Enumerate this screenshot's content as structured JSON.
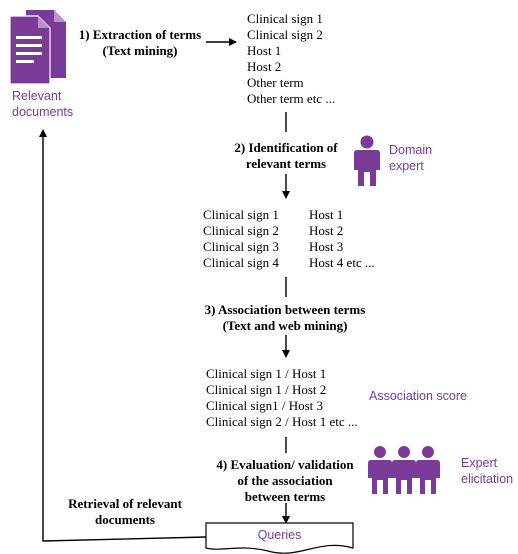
{
  "colors": {
    "accent": "#7a3b98",
    "line": "#000000"
  },
  "icons": {
    "documents": "document-stack-icon",
    "expert": "person-icon",
    "experts": "person-group-icon"
  },
  "documents": {
    "label": [
      "Relevant",
      "documents"
    ]
  },
  "steps": [
    {
      "lines": [
        "1) Extraction of terms",
        "(Text mining)"
      ]
    },
    {
      "lines": [
        "2) Identification of",
        "relevant terms"
      ]
    },
    {
      "lines": [
        "3) Association between terms",
        "(Text and web mining)"
      ]
    },
    {
      "lines": [
        "4) Evaluation/ validation",
        "of the association",
        "between terms"
      ]
    }
  ],
  "extracted_terms": [
    "Clinical sign 1",
    "Clinical sign 2",
    "Host 1",
    "Host 2",
    "Other term",
    "Other term etc ..."
  ],
  "relevant_terms": {
    "signs": [
      "Clinical sign 1",
      "Clinical sign 2",
      "Clinical sign 3",
      "Clinical sign 4"
    ],
    "hosts": [
      "Host 1",
      "Host 2",
      "Host 3",
      "Host 4 etc ..."
    ]
  },
  "associations": [
    "Clinical sign 1 / Host 1",
    "Clinical sign 1 / Host 2",
    "Clinical sign1 / Host 3",
    "Clinical sign 2 / Host 1 etc ..."
  ],
  "actors": {
    "domain_expert": [
      "Domain",
      "expert"
    ],
    "association_score": "Association score",
    "expert_elicitation": [
      "Expert",
      "elicitation"
    ]
  },
  "retrieval": {
    "lines": [
      "Retrieval of relevant",
      "documents"
    ]
  },
  "queries": {
    "label": "Queries"
  }
}
